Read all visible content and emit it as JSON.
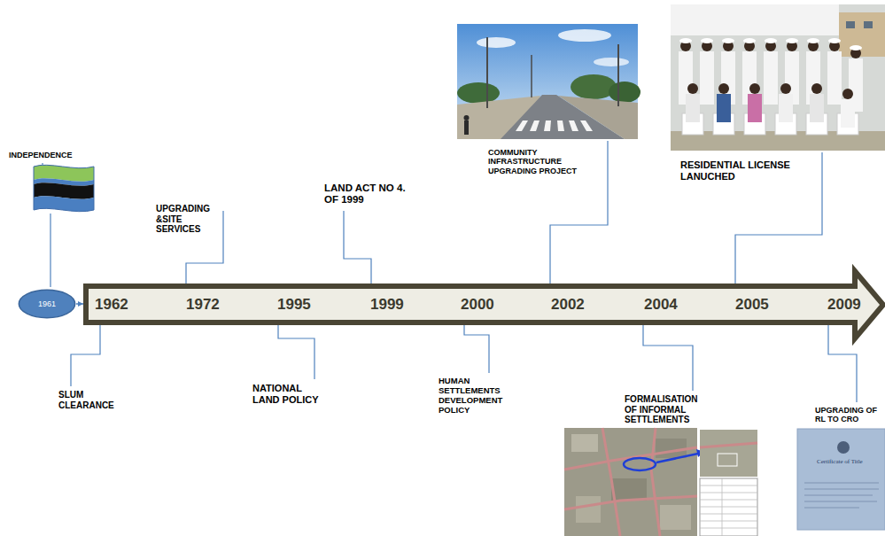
{
  "diagram": {
    "nodes": [
      {
        "text": [
          "1961"
        ]
      },
      {
        "text": [
          "1962",
          "1972",
          "1995",
          "1999",
          "2000",
          "2002",
          "2004",
          "2005",
          "2009"
        ]
      }
    ],
    "edges": [
      {
        "from": 0,
        "to": 1,
        "arrow": "to"
      }
    ],
    "labels": [
      "INDEPENDENCE",
      "UPGRADING &SITE SERVICES",
      "LAND ACT NO 4. OF 1999",
      "COMMUNITY INFRASTRUCTURE UPGRADING PROJECT",
      "RESIDENTIAL LICENSE LANUCHED",
      "SLUM CLEARANCE",
      "NATIONAL LAND POLICY",
      "HUMAN SETTLEMENTS DEVELOPMENT POLICY",
      "FORMALISATION OF INFORMAL SETTLEMENTS",
      "UPGRADING OF RL TO CRO",
      "Certificate of Title"
    ]
  }
}
